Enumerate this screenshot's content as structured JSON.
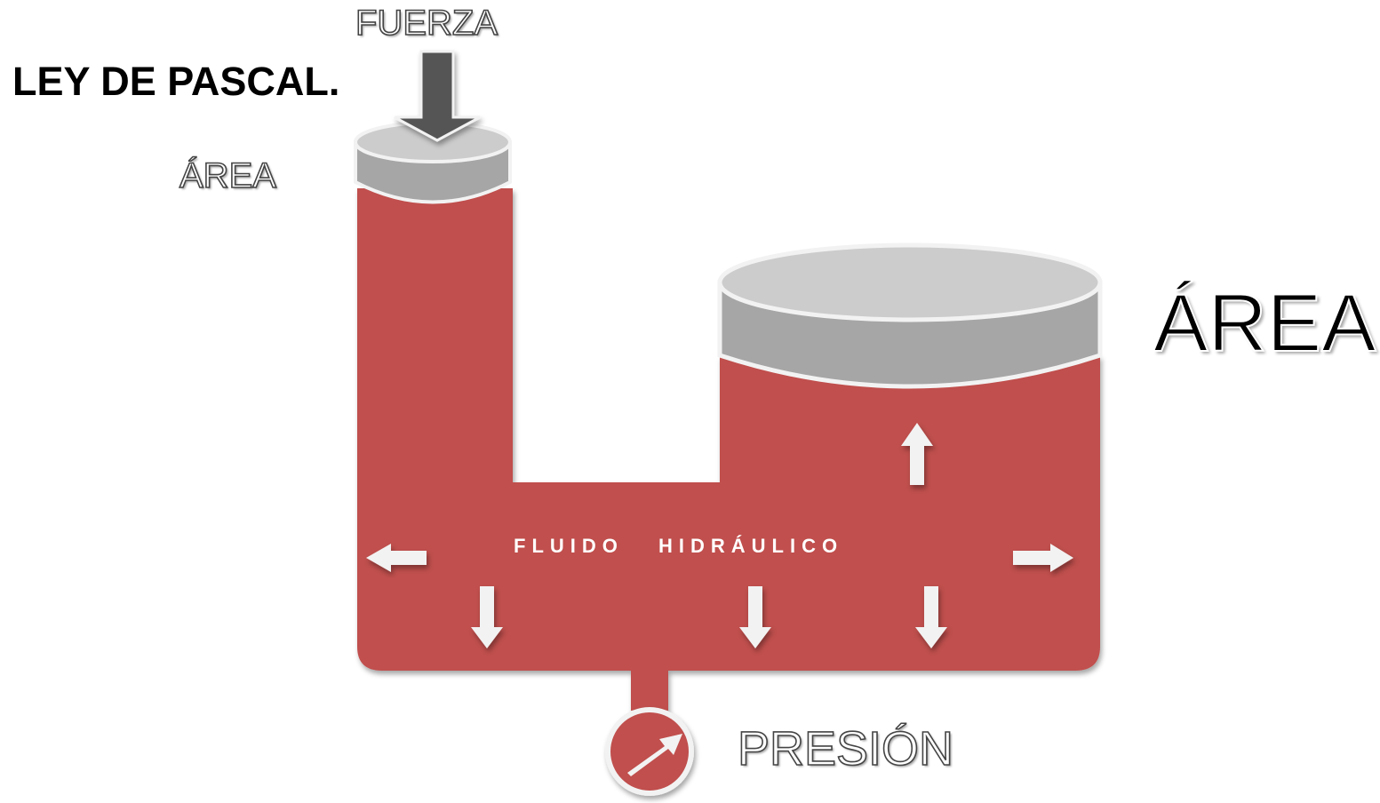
{
  "title": "LEY DE PASCAL.",
  "labels": {
    "force": "FUERZA",
    "area_small": "ÁREA",
    "area_large": "ÁREA",
    "fluid": "FLUIDO  HIDRÁULICO",
    "pressure": "PRESIÓN"
  },
  "colors": {
    "fluid": "#c0504d",
    "fluid_shadow": "#8f3b39",
    "piston_top": "#cccccc",
    "piston_side": "#a6a6a6",
    "force_arrow": "#555555",
    "pressure_arrows": "#f2f2f2"
  },
  "icons": {
    "force_arrow": "down-arrow-icon",
    "pressure_arrows": [
      "left-arrow-icon",
      "down-arrow-icon",
      "down-arrow-icon",
      "down-arrow-icon",
      "up-arrow-icon",
      "right-arrow-icon"
    ],
    "gauge": "pressure-gauge-icon"
  }
}
